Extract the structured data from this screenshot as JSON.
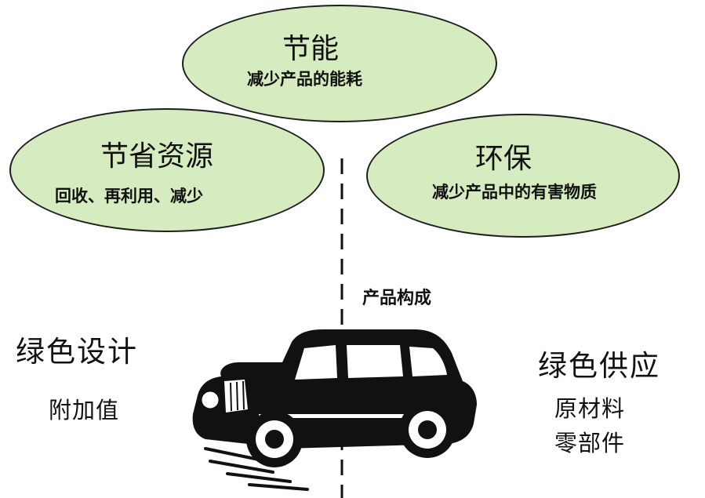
{
  "ellipses": {
    "top": {
      "title": "节能",
      "subtitle": "减少产品的能耗"
    },
    "left": {
      "title": "节省资源",
      "subtitle": "回收、再利用、减少"
    },
    "right": {
      "title": "环保",
      "subtitle": "减少产品中的有害物质"
    }
  },
  "center_label": "产品构成",
  "left_column": {
    "title": "绿色设计",
    "items": [
      "附加值"
    ]
  },
  "right_column": {
    "title": "绿色供应",
    "items": [
      "原材料",
      "零部件"
    ]
  },
  "colors": {
    "ellipse_fill": "#d6ecc0",
    "outline": "#1e1e1e",
    "car": "#111111"
  },
  "icons": {
    "center": "car-icon"
  }
}
